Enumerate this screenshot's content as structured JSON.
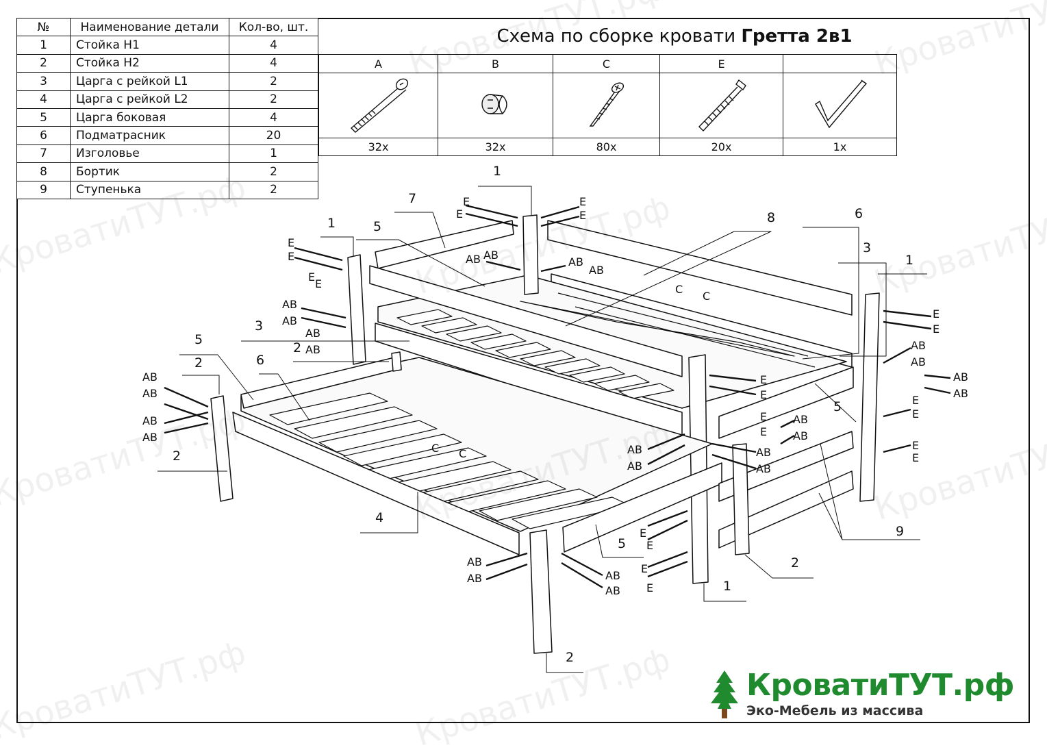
{
  "title": {
    "prefix": "Схема по сборке кровати",
    "model": "Гретта 2в1"
  },
  "parts_table": {
    "headers": [
      "№",
      "Наименование детали",
      "Кол-во, шт."
    ],
    "rows": [
      [
        "1",
        "Стойка Н1",
        "4"
      ],
      [
        "2",
        "Стойка Н2",
        "4"
      ],
      [
        "3",
        "Царга с рейкой L1",
        "2"
      ],
      [
        "4",
        "Царга с рейкой L2",
        "2"
      ],
      [
        "5",
        "Царга боковая",
        "4"
      ],
      [
        "6",
        "Подматрасник",
        "20"
      ],
      [
        "7",
        "Изголовье",
        "1"
      ],
      [
        "8",
        "Бортик",
        "2"
      ],
      [
        "9",
        "Ступенька",
        "2"
      ]
    ]
  },
  "hardware": [
    {
      "letter": "A",
      "qty": "32x",
      "icon": "bolt-icon"
    },
    {
      "letter": "B",
      "qty": "32x",
      "icon": "barrel-nut-icon"
    },
    {
      "letter": "C",
      "qty": "80x",
      "icon": "screw-icon"
    },
    {
      "letter": "E",
      "qty": "20x",
      "icon": "dowel-screw-icon"
    },
    {
      "letter": "",
      "qty": "1x",
      "icon": "hex-key-icon"
    }
  ],
  "callouts": {
    "n1": "1",
    "n2": "2",
    "n3": "3",
    "n4": "4",
    "n5": "5",
    "n6": "6",
    "n7": "7",
    "n8": "8",
    "n9": "9",
    "ab": "AB",
    "e": "E",
    "c": "C"
  },
  "watermark": "КроватиТУТ.рф",
  "logo": {
    "name": "КроватиТУТ.рф",
    "tagline": "Эко-Мебель из массива",
    "color": "#1f8a2e"
  }
}
